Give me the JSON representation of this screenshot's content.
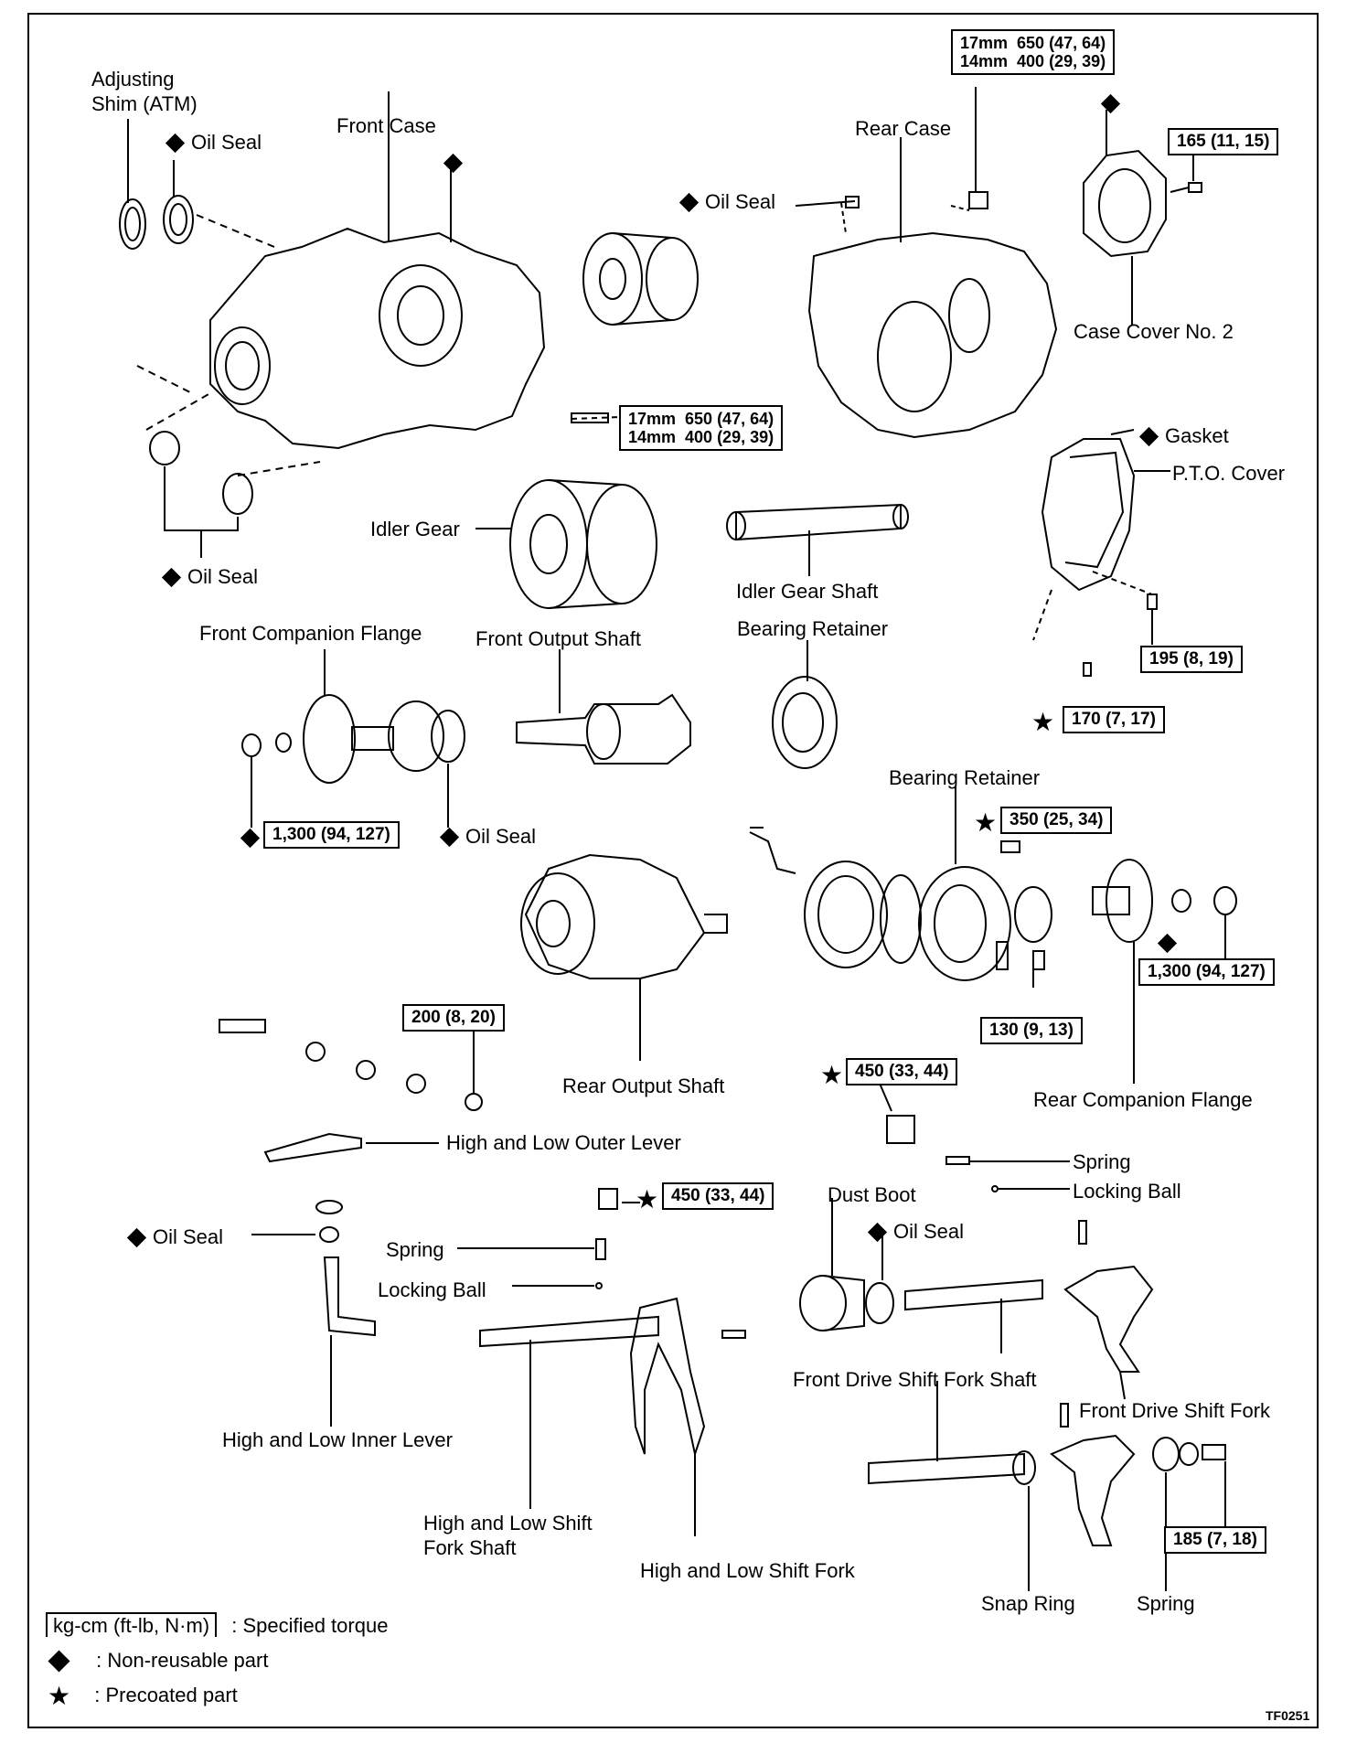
{
  "labels": {
    "adjusting_shim": "Adjusting\nShim (ATM)",
    "oil_seal_top": "Oil Seal",
    "front_case": "Front Case",
    "rear_case": "Rear Case",
    "oil_seal_mid": "Oil Seal",
    "case_cover_no2": "Case Cover No. 2",
    "gasket": "Gasket",
    "pto_cover": "P.T.O. Cover",
    "idler_gear": "Idler Gear",
    "oil_seal_left": "Oil Seal",
    "idler_gear_shaft": "Idler Gear Shaft",
    "bearing_retainer_1": "Bearing Retainer",
    "front_companion_flange": "Front Companion Flange",
    "front_output_shaft": "Front Output Shaft",
    "bearing_retainer_2": "Bearing Retainer",
    "oil_seal_flange": "Oil Seal",
    "rear_output_shaft": "Rear Output Shaft",
    "rear_companion_flange": "Rear Companion Flange",
    "high_low_outer_lever": "High and Low Outer Lever",
    "spring_right": "Spring",
    "locking_ball_right": "Locking Ball",
    "dust_boot": "Dust Boot",
    "oil_seal_lever": "Oil Seal",
    "oil_seal_boot": "Oil Seal",
    "spring_left": "Spring",
    "locking_ball_left": "Locking Ball",
    "front_drive_shift_fork_shaft": "Front Drive Shift Fork Shaft",
    "front_drive_shift_fork": "Front Drive Shift Fork",
    "high_low_inner_lever": "High and Low Inner Lever",
    "high_low_shift_fork_shaft": "High and Low Shift\nFork Shaft",
    "high_low_shift_fork": "High and Low Shift Fork",
    "snap_ring": "Snap Ring",
    "spring_bottom": "Spring"
  },
  "torques": {
    "rear_case_bolts": "17mm  650 (47, 64)\n14mm  400 (29, 39)",
    "front_case_bolts": "17mm  650 (47, 64)\n14mm  400 (29, 39)",
    "case_cover": "165 (11, 15)",
    "pto_bolt": "195 (8, 19)",
    "pto_precoat": "170 (7, 17)",
    "front_flange_nut": "1,300 (94, 127)",
    "bearing_retainer_bolt": "350 (25, 34)",
    "rear_flange_nut": "1,300 (94, 127)",
    "plug_small": "130 (9, 13)",
    "outer_lever_nut": "200 (8, 20)",
    "plug_right": "450 (33, 44)",
    "plug_left": "450 (33, 44)",
    "fork_bolt": "185 (7, 18)"
  },
  "legend": {
    "torque_unit": "kg-cm (ft-lb, N·m)",
    "torque_text": ":  Specified torque",
    "diamond_text": ":  Non-reusable part",
    "star_text": ":  Precoated part"
  },
  "figure_code": "TF0251"
}
